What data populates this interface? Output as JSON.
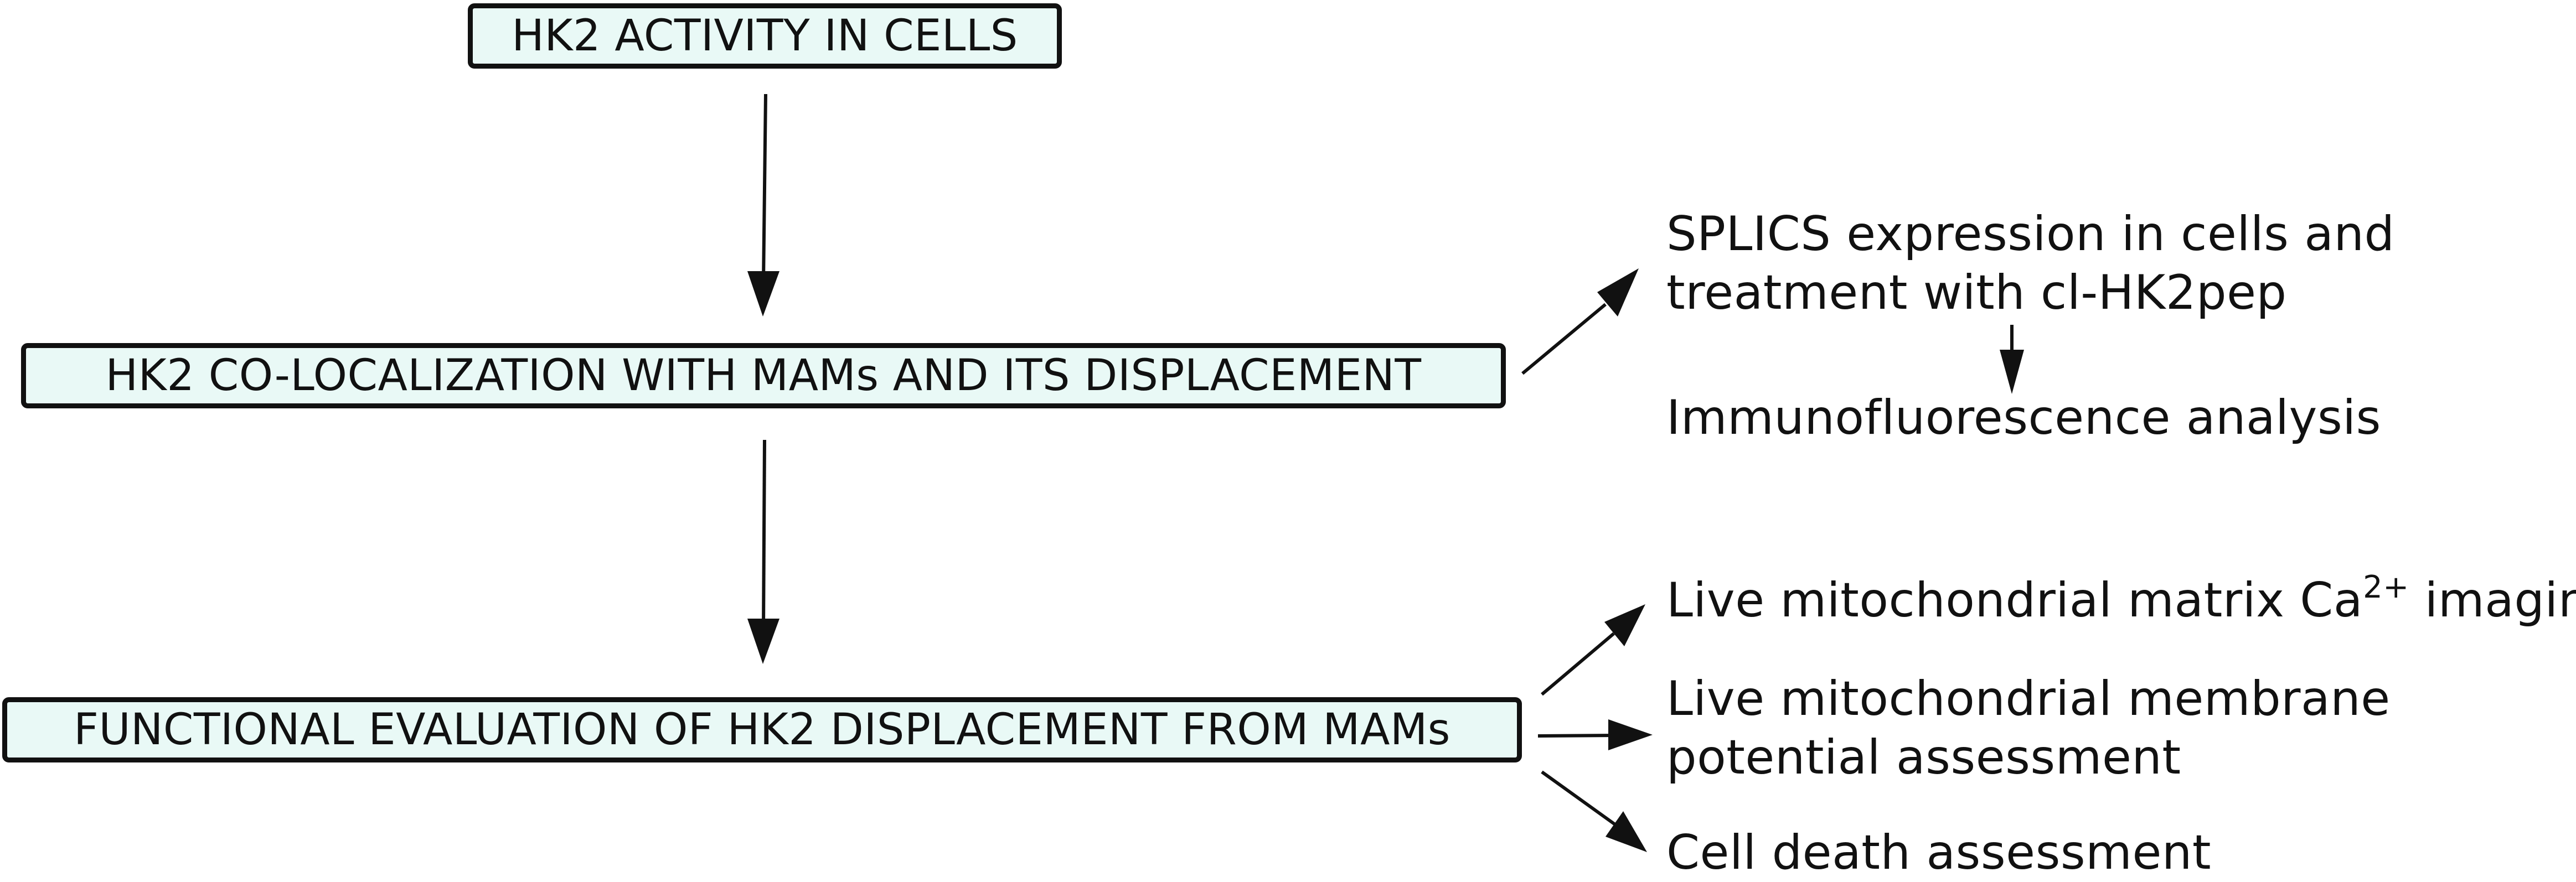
{
  "colors": {
    "box_fill": "#e9f9f6",
    "stroke": "#111111",
    "text": "#111111"
  },
  "boxes": {
    "hk2_activity": "HK2 ACTIVITY IN CELLS",
    "colocalization": "HK2 CO-LOCALIZATION WITH MAMs AND ITS DISPLACEMENT",
    "functional": "FUNCTIONAL EVALUATION OF HK2 DISPLACEMENT FROM MAMs"
  },
  "labels": {
    "splics_line1": "SPLICS expression in cells and",
    "splics_line2": "treatment with cl-HK2pep",
    "immunofluorescence": "Immunofluorescence analysis",
    "ca_imaging_prefix": "Live mitochondrial matrix Ca",
    "ca_imaging_superscript": "2+",
    "ca_imaging_suffix": " imaging",
    "membrane_line1": "Live mitochondrial membrane",
    "membrane_line2": "potential assessment",
    "cell_death": "Cell death assessment"
  }
}
